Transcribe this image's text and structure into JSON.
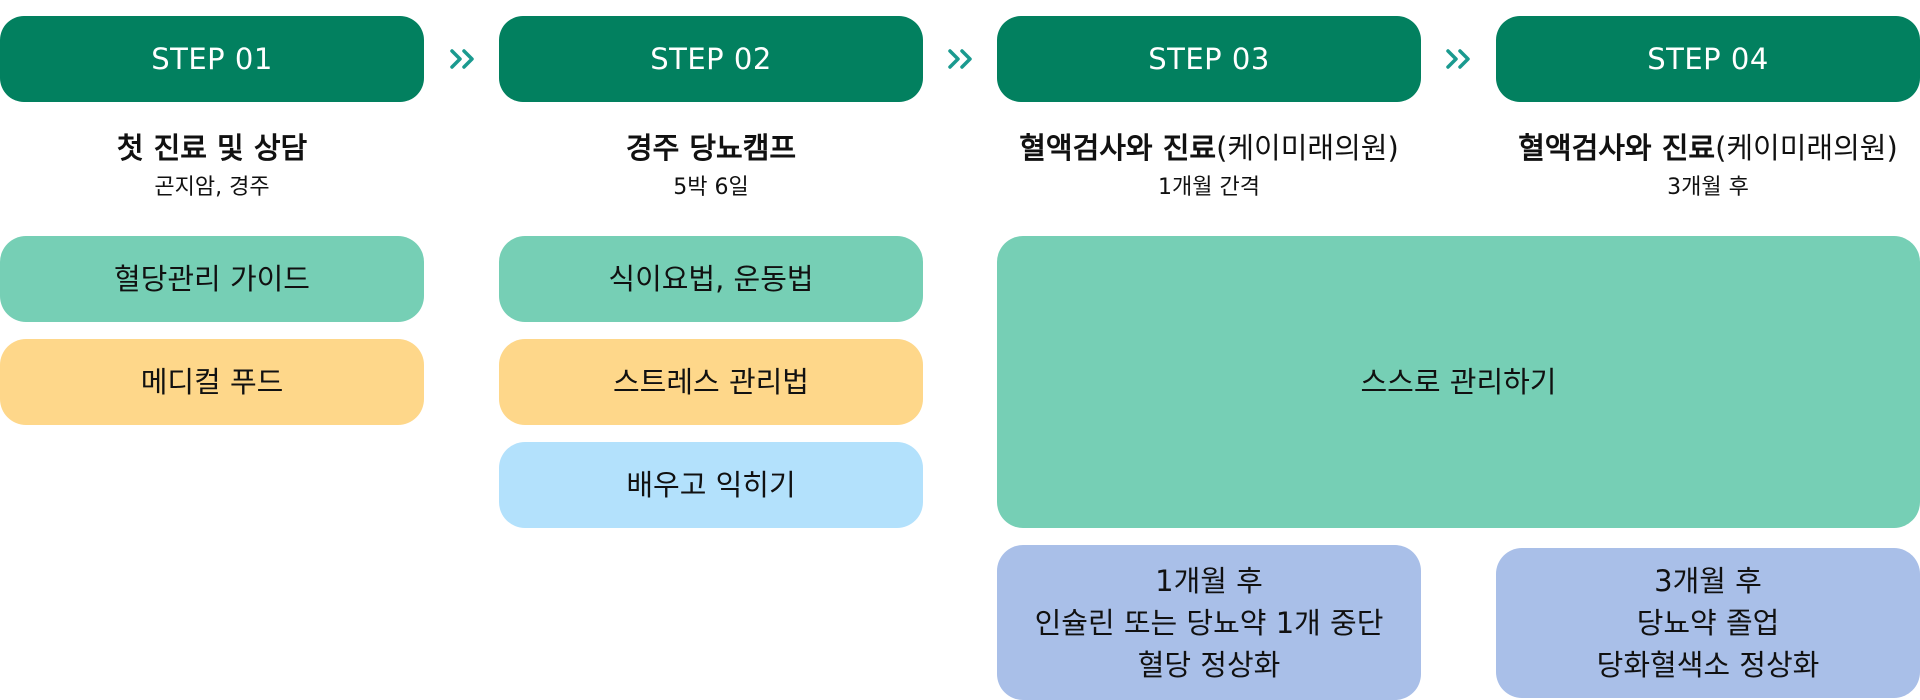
{
  "colors": {
    "step_header": "#02805f",
    "arrow": "#1a9a8f",
    "green_box": "#76cfb5",
    "yellow_box": "#fed78a",
    "lightblue_box": "#b3e1fc",
    "periwinkle_box": "#a9bfe8"
  },
  "arrow_icon": "double-chevron-right-icon",
  "steps": [
    {
      "label": "STEP 01",
      "title": "첫 진료 및 상담",
      "subtitle": "곤지암, 경주",
      "boxes": [
        "혈당관리 가이드",
        "메디컬 푸드"
      ]
    },
    {
      "label": "STEP 02",
      "title": "경주 당뇨캠프",
      "subtitle": "5박 6일",
      "boxes": [
        "식이요법, 운동법",
        "스트레스 관리법",
        "배우고 익히기"
      ]
    },
    {
      "label": "STEP 03",
      "title": "혈액검사와 진료",
      "title_paren": "(케이미래의원)",
      "subtitle": "1개월 간격",
      "result": [
        "1개월 후",
        "인슐린 또는 당뇨약 1개 중단",
        "혈당 정상화"
      ]
    },
    {
      "label": "STEP 04",
      "title": "혈액검사와 진료",
      "title_paren": "(케이미래의원)",
      "subtitle": "3개월 후",
      "result": [
        "3개월 후",
        "당뇨약 졸업",
        "당화혈색소 정상화"
      ]
    }
  ],
  "shared_box": "스스로 관리하기"
}
